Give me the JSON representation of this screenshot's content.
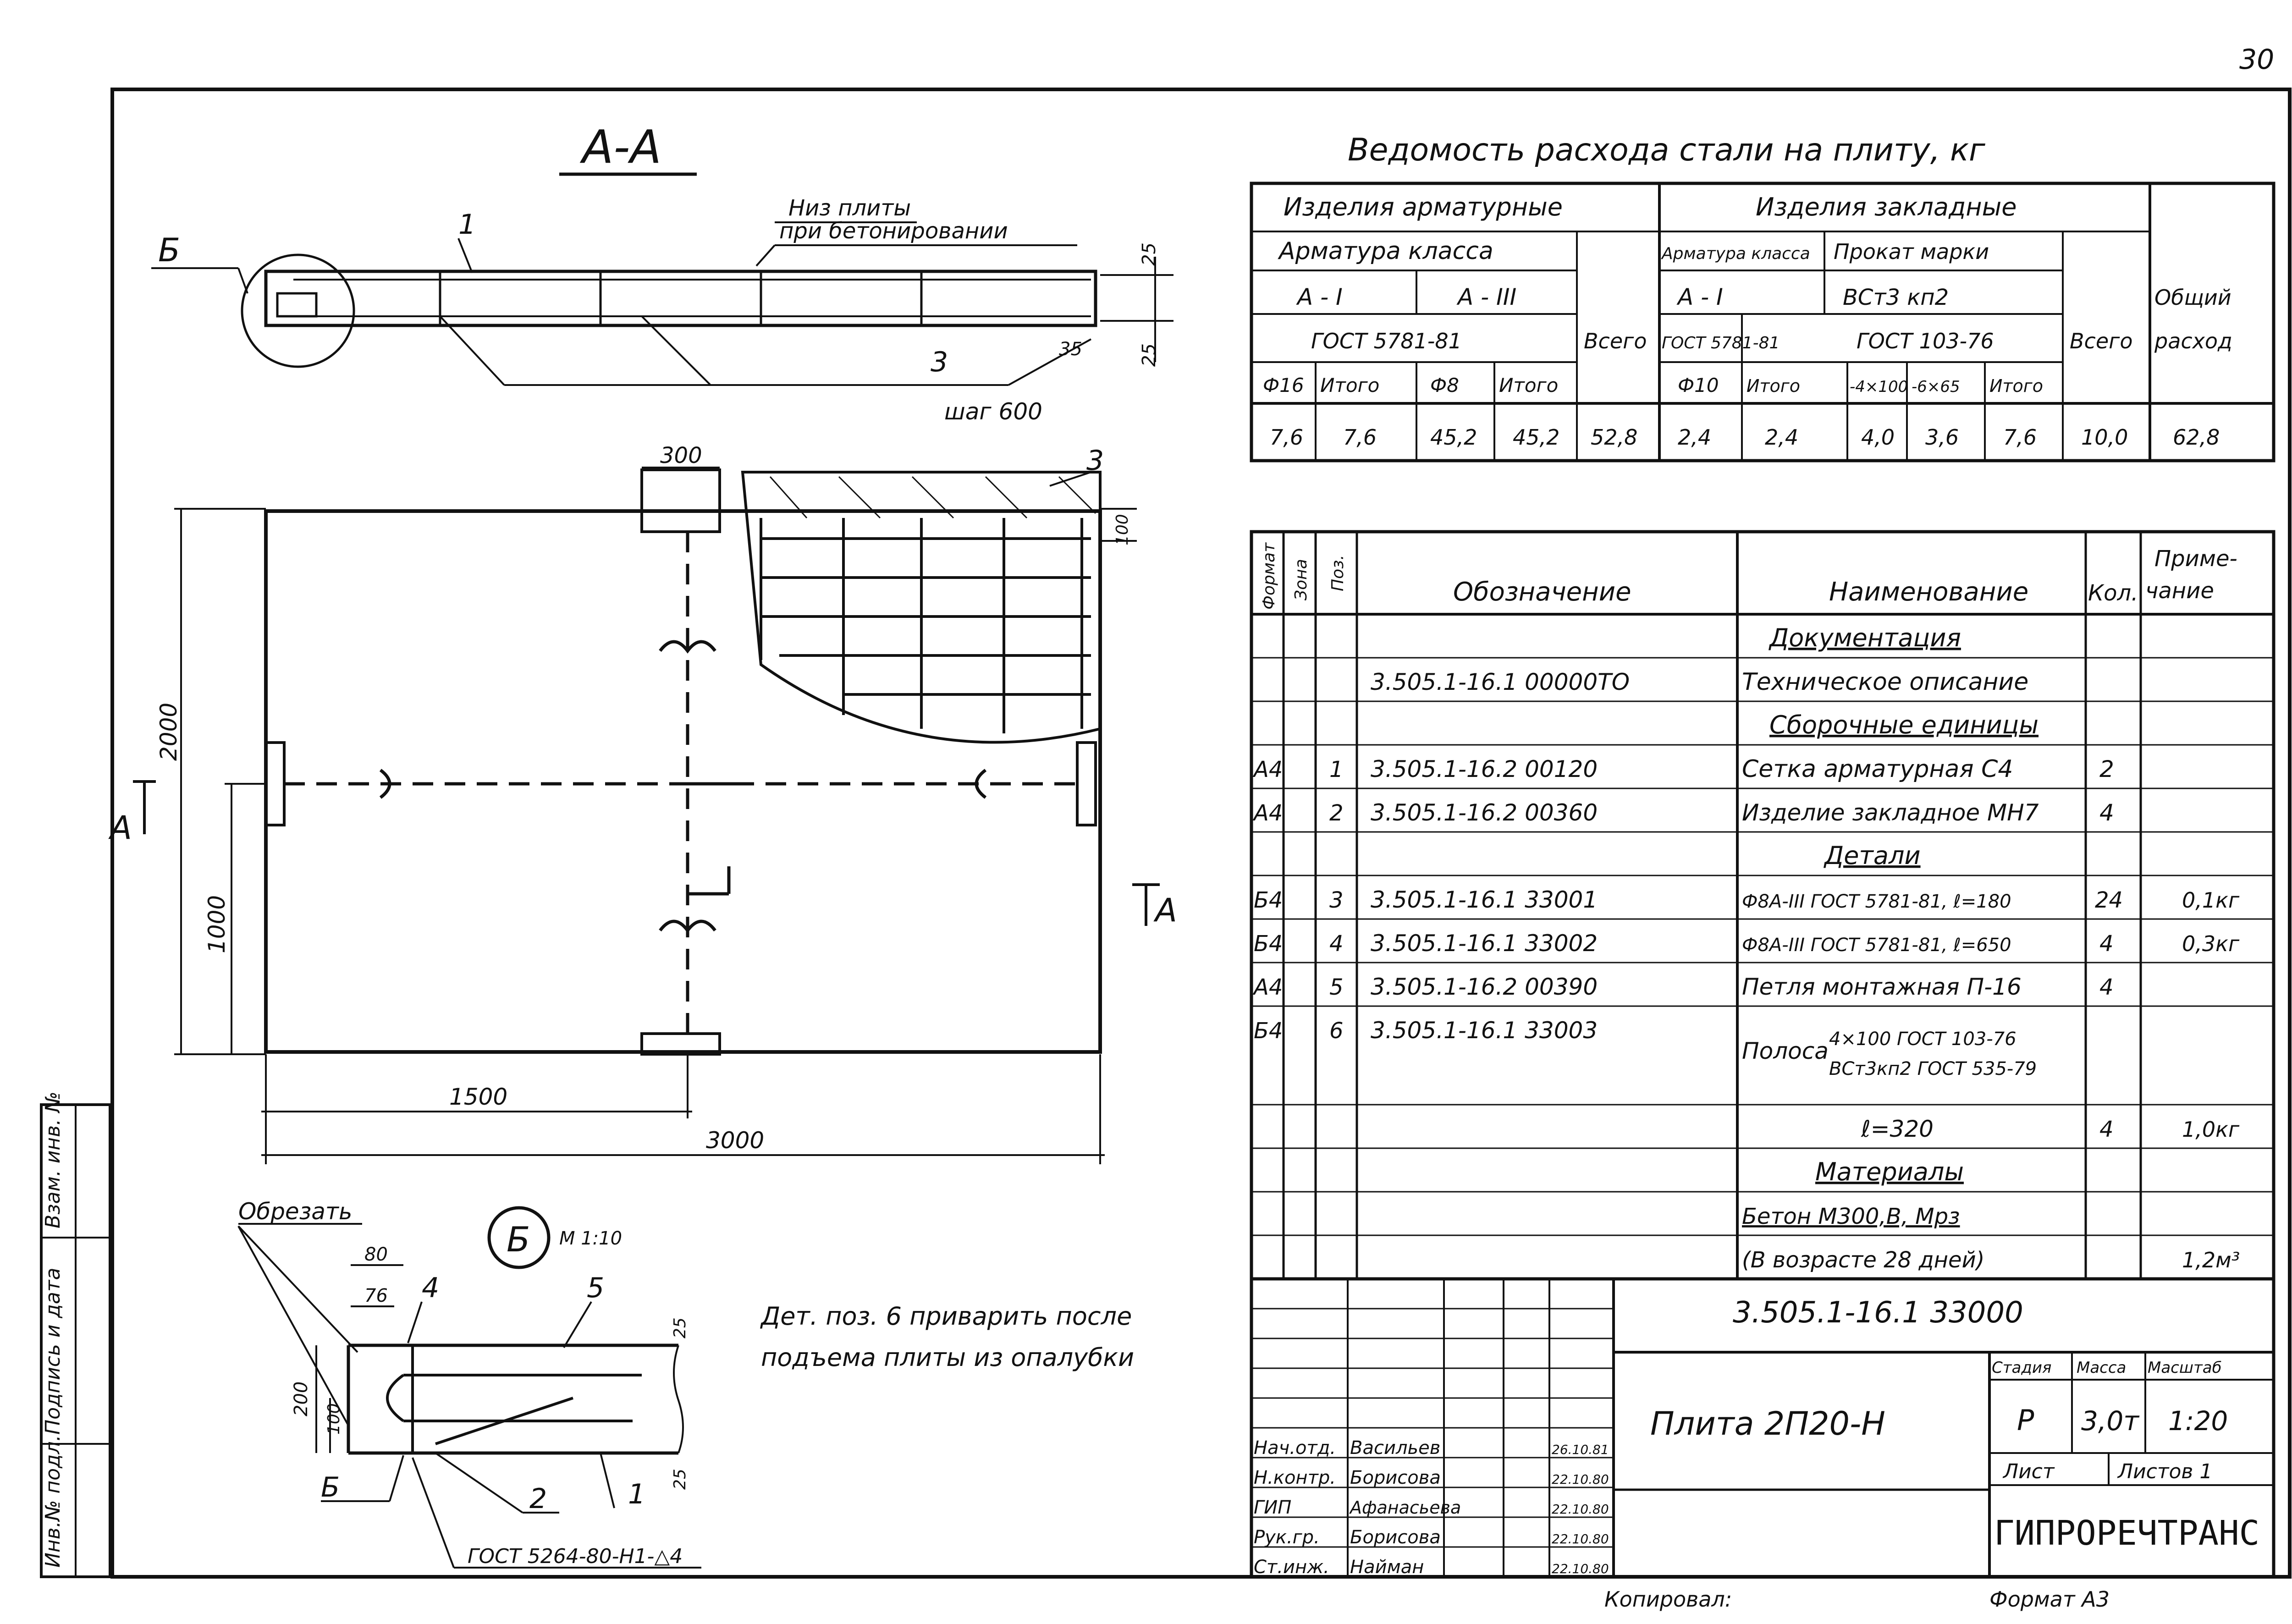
{
  "page_number": "30",
  "section": {
    "title": "А-А",
    "label_b": "Б",
    "bottom_note_1": "Низ плиты",
    "bottom_note_2": "при бетонировании",
    "pos1": "1",
    "pos3": "3",
    "step": "шаг 600",
    "dim_25": "25",
    "dim_35": "35",
    "dim_25b": "25"
  },
  "plan": {
    "dim_300": "300",
    "pos3": "3",
    "dim_100": "100",
    "dim_2000": "2000",
    "dim_1000": "1000",
    "dim_1500": "1500",
    "dim_3000": "3000",
    "cut_left": "А",
    "cut_right": "А"
  },
  "detail": {
    "cut_label": "Обрезать",
    "circle": "Б",
    "scale": "М 1:10",
    "dim_80": "80",
    "dim_76": "76",
    "pos4": "4",
    "pos5": "5",
    "dim_25": "25",
    "dim_200": "200",
    "dim_100": "100",
    "dim_25b": "25",
    "label_b": "Б",
    "pos2": "2",
    "pos1": "1",
    "weld": "ГОСТ 5264-80-Н1-△4",
    "note_line1": "Дет. поз. 6 приварить после",
    "note_line2": "подъема плиты из опалубки"
  },
  "steel": {
    "title": "Ведомость расхода стали на плиту, кг",
    "h_armatura": "Изделия арматурные",
    "h_zaklad": "Изделия закладные",
    "h_klass": "Арматура класса",
    "h_a1": "А - I",
    "h_a3": "А - III",
    "h_gost5781": "ГОСТ 5781-81",
    "h_vsego1": "Всего",
    "h_armklassa": "Арматура класса",
    "h_prokat": "Прокат марки",
    "h_a1b": "А - I",
    "h_vst": "ВСт3 кп2",
    "h_gost5781b": "ГОСТ 5781-81",
    "h_gost103": "ГОСТ 103-76",
    "h_vsego2": "Всего",
    "h_obsh1": "Общий",
    "h_obsh2": "расход",
    "cols": [
      "Ф16",
      "Итого",
      "Ф8",
      "Итого",
      "Ф10",
      "Итого",
      "-4×100",
      "-6×65",
      "Итого"
    ],
    "values": [
      "7,6",
      "7,6",
      "45,2",
      "45,2",
      "52,8",
      "2,4",
      "2,4",
      "4,0",
      "3,6",
      "7,6",
      "10,0",
      "62,8"
    ]
  },
  "spec": {
    "h_format": "Формат",
    "h_zona": "Зона",
    "h_poz": "Поз.",
    "h_oboz": "Обозначение",
    "h_naim": "Наименование",
    "h_kol": "Кол.",
    "h_prim1": "Приме-",
    "h_prim2": "чание",
    "rows": [
      {
        "fmt": "",
        "poz": "",
        "oboz": "",
        "naim": "Документация",
        "kol": "",
        "prim": ""
      },
      {
        "fmt": "",
        "poz": "",
        "oboz": "3.505.1-16.1   00000ТО",
        "naim": "Техническое описание",
        "kol": "",
        "prim": ""
      },
      {
        "fmt": "",
        "poz": "",
        "oboz": "",
        "naim": "Сборочные единицы",
        "kol": "",
        "prim": ""
      },
      {
        "fmt": "А4",
        "poz": "1",
        "oboz": "3.505.1-16.2   00120",
        "naim": "Сетка арматурная С4",
        "kol": "2",
        "prim": ""
      },
      {
        "fmt": "А4",
        "poz": "2",
        "oboz": "3.505.1-16.2   00360",
        "naim": "Изделие закладное МН7",
        "kol": "4",
        "prim": ""
      },
      {
        "fmt": "",
        "poz": "",
        "oboz": "",
        "naim": "Детали",
        "kol": "",
        "prim": ""
      },
      {
        "fmt": "Б4",
        "poz": "3",
        "oboz": "3.505.1-16.1   33001",
        "naim": "Ф8А-III ГОСТ 5781-81, ℓ=180",
        "kol": "24",
        "prim": "0,1кг"
      },
      {
        "fmt": "Б4",
        "poz": "4",
        "oboz": "3.505.1-16.1   33002",
        "naim": "Ф8А-III ГОСТ 5781-81, ℓ=650",
        "kol": "4",
        "prim": "0,3кг"
      },
      {
        "fmt": "А4",
        "poz": "5",
        "oboz": "3.505.1-16.2   00390",
        "naim": "Петля монтажная П-16",
        "kol": "4",
        "prim": ""
      },
      {
        "fmt": "Б4",
        "poz": "6",
        "oboz": "3.505.1-16.1   33003",
        "naim": "Полоса",
        "kol": "",
        "prim": ""
      },
      {
        "fmt": "",
        "poz": "",
        "oboz": "",
        "naim": "ℓ=320",
        "kol": "4",
        "prim": "1,0кг"
      },
      {
        "fmt": "",
        "poz": "",
        "oboz": "",
        "naim": "Материалы",
        "kol": "",
        "prim": ""
      },
      {
        "fmt": "",
        "poz": "",
        "oboz": "",
        "naim": "Бетон М300,В, Мрз",
        "kol": "",
        "prim": ""
      },
      {
        "fmt": "",
        "poz": "",
        "oboz": "",
        "naim": "(В возрасте 28 дней)",
        "kol": "",
        "prim": "1,2м³"
      }
    ],
    "polosa_1": "4×100 ГОСТ 103-76",
    "polosa_2": "ВСт3кп2 ГОСТ 535-79"
  },
  "stamp": {
    "code": "3.505.1-16.1   33000",
    "title": "Плита 2П20-Н",
    "h_stadia": "Стадия",
    "h_massa": "Масса",
    "h_masshtab": "Масштаб",
    "stadia": "Р",
    "massa": "3,0т",
    "masshtab": "1:20",
    "list": "Лист",
    "listov": "Листов 1",
    "org": "ГИПРОРЕЧТРАНС",
    "people": [
      {
        "role": "Нач.отд.",
        "name": "Васильев",
        "date": "26.10.81"
      },
      {
        "role": "Н.контр.",
        "name": "Борисова",
        "date": "22.10.80"
      },
      {
        "role": "ГИП",
        "name": "Афанасьева",
        "date": "22.10.80"
      },
      {
        "role": "Рук.гр.",
        "name": "Борисова",
        "date": "22.10.80"
      },
      {
        "role": "Ст.инж.",
        "name": "Найман",
        "date": "22.10.80"
      }
    ],
    "copied": "Копировал:",
    "format": "Формат А3"
  },
  "side_stamp": {
    "c1": "Инв.№ подл.",
    "c2": "Подпись и дата",
    "c3": "Взам. инв. №"
  }
}
